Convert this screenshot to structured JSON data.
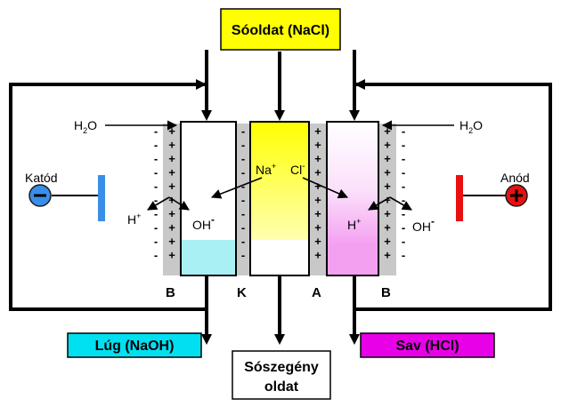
{
  "feed": {
    "label": "Sóoldat (NaCl)",
    "color": "#ffff00"
  },
  "outputs": {
    "lye": {
      "label": "Lúg (NaOH)",
      "color": "#00e0f0"
    },
    "acid": {
      "label": "Sav (HCl)",
      "color": "#e800e8"
    },
    "depleted_line1": "Sószegény",
    "depleted_line2": "oldat"
  },
  "electrodes": {
    "cathode": {
      "label": "Katód",
      "sign": "−",
      "color": "#1e90ff"
    },
    "anode": {
      "label": "Anód",
      "sign": "+",
      "color": "#e81010"
    }
  },
  "water": {
    "left_base": "H",
    "left_sub": "2",
    "left_tail": "O",
    "right_base": "H",
    "right_sub": "2",
    "right_tail": "O"
  },
  "membrane_labels": {
    "b_left": "B",
    "k": "K",
    "a": "A",
    "b_right": "B"
  },
  "ions": {
    "na": {
      "base": "Na",
      "sup": "+"
    },
    "cl": {
      "base": "Cl",
      "sup": "-"
    },
    "h_left": {
      "base": "H",
      "sup": "+"
    },
    "oh_left": {
      "base": "OH",
      "sup": "-"
    },
    "h_right": {
      "base": "H",
      "sup": "+"
    },
    "oh_right": {
      "base": "OH",
      "sup": "-"
    }
  },
  "signs": {
    "plus": "+",
    "minus": "-"
  },
  "colors": {
    "lye_fill": "#a8f0f4",
    "acid_fill": "#f4a0f0",
    "salt_fill": "#ffff66",
    "membrane": "#c8c8c8"
  }
}
